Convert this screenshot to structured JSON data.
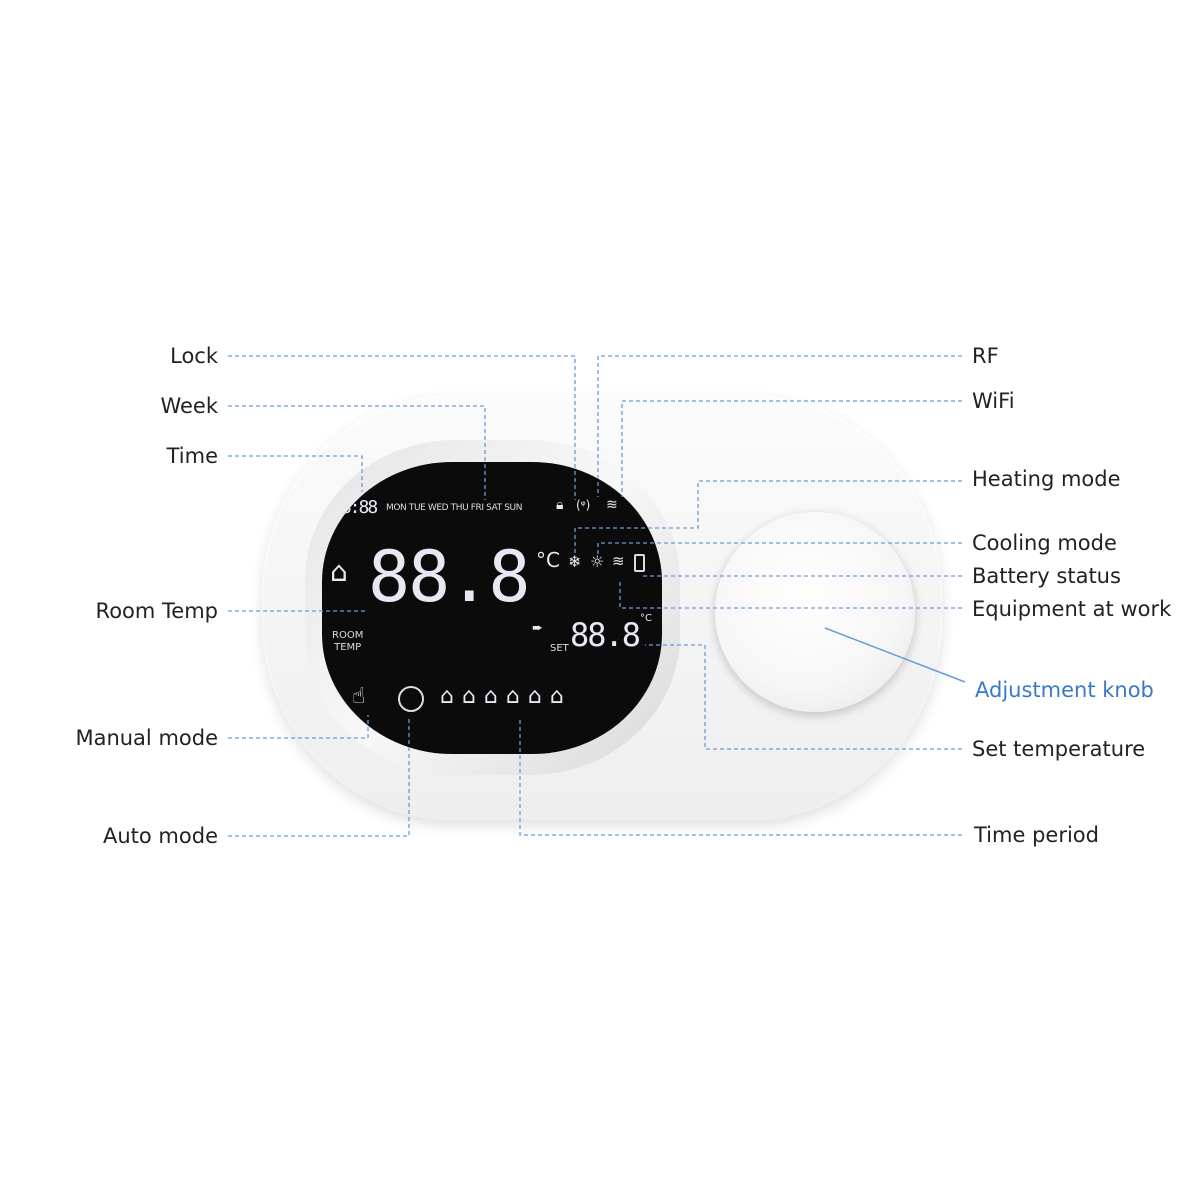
{
  "labels_left": {
    "lock": "Lock",
    "week": "Week",
    "time": "Time",
    "room_temp": "Room Temp",
    "manual_mode": "Manual mode",
    "auto_mode": "Auto mode"
  },
  "labels_right": {
    "rf": "RF",
    "wifi": "WiFi",
    "heating_mode": "Heating mode",
    "cooling_mode": "Cooling mode",
    "battery_status": "Battery status",
    "equipment_at_work": "Equipment at work",
    "adjustment_knob": "Adjustment knob",
    "set_temperature": "Set temperature",
    "time_period": "Time period"
  },
  "lcd": {
    "clock": "88:88",
    "days": "MON TUE WED THU FRI SAT SUN",
    "room_value": "88.8",
    "unit": "°C",
    "room_label_1": "ROOM",
    "room_label_2": "TEMP",
    "set_label": "SET",
    "set_value": "88.8"
  },
  "colors": {
    "leader": "#6b9bd8",
    "accent_label": "#3a78c9",
    "lcd": "#0b0b0c"
  },
  "icons": [
    "lock-icon",
    "rf-antenna-icon",
    "wifi-icon",
    "home-thermometer-icon",
    "snowflake-icon",
    "sun-icon",
    "heating-icon",
    "battery-icon",
    "arrow-icon",
    "manual-hand-icon",
    "clock-icon",
    "period-icons"
  ]
}
